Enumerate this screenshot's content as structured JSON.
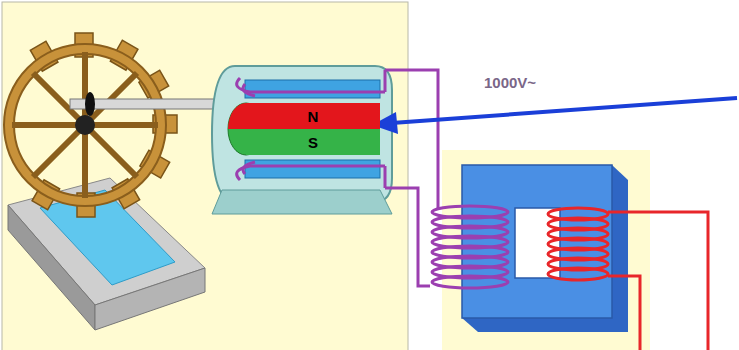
{
  "diagram": {
    "nodes": [
      {
        "text": [
          "N"
        ]
      },
      {
        "text": [
          "S"
        ]
      }
    ],
    "labels": [
      "1000V~"
    ]
  }
}
